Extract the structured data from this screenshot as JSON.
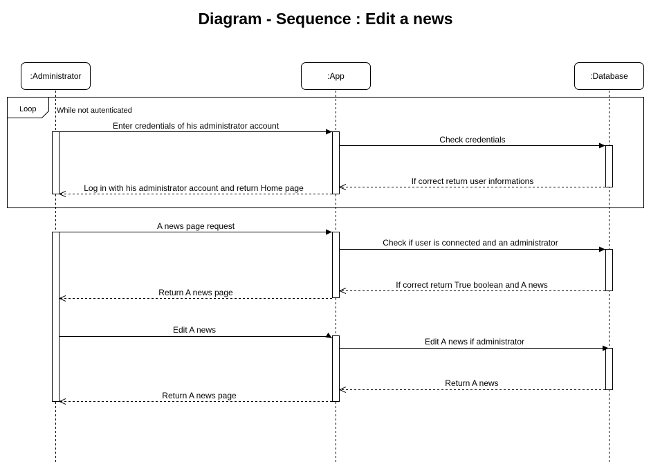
{
  "title": "Diagram - Sequence : Edit a news",
  "participants": [
    ":Administrator",
    ":App",
    ":Database"
  ],
  "loop": {
    "label": "Loop",
    "guard": "While not autenticated"
  },
  "messages": [
    "Enter credentials of his administrator account",
    "Check credentials",
    "If correct return user informations",
    "Log in with his administrator account and return Home page",
    "A news page request",
    "Check if user is connected and an administrator",
    "If correct return True boolean and A news",
    "Return A news page",
    "Edit A news",
    "Edit A news if administrator",
    "Return A news",
    "Return A news page"
  ]
}
